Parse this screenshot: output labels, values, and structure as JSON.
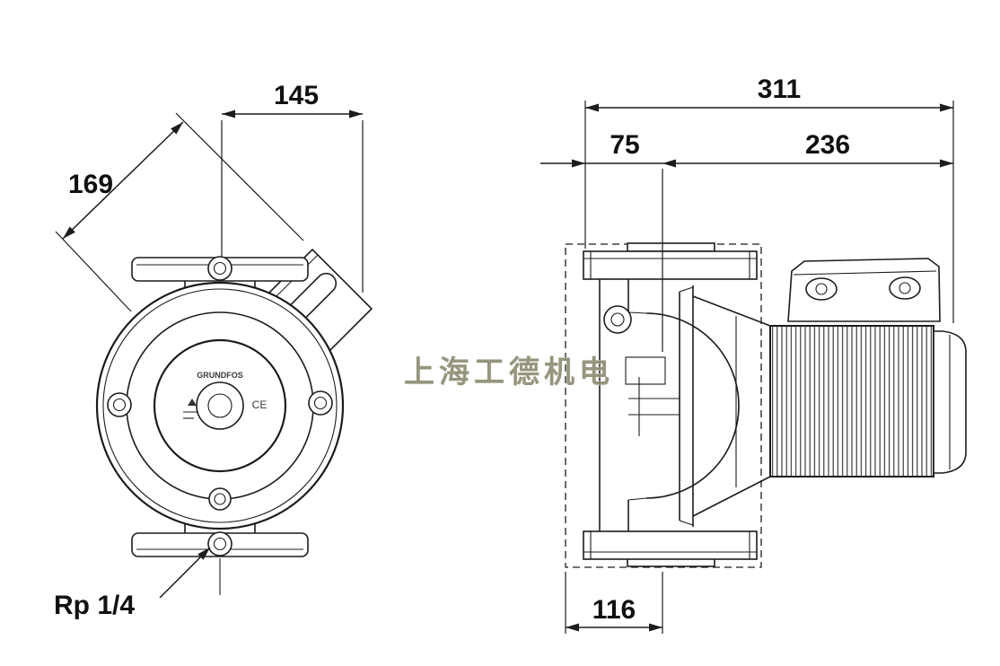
{
  "watermark": {
    "text": "上海工德机电"
  },
  "front_view": {
    "dims": {
      "width_top": "145",
      "diagonal": "169",
      "port_thread": "Rp 1/4"
    },
    "brand_logo": "GRUNDFOS",
    "ce_mark": "CE"
  },
  "side_view": {
    "dims": {
      "total_length": "311",
      "flange_to_motor": "75",
      "motor_length": "236",
      "port_to_axis": "116"
    }
  },
  "colors": {
    "line": "#1c1c1c",
    "watermark": "#8b8b72",
    "background": "#ffffff"
  }
}
